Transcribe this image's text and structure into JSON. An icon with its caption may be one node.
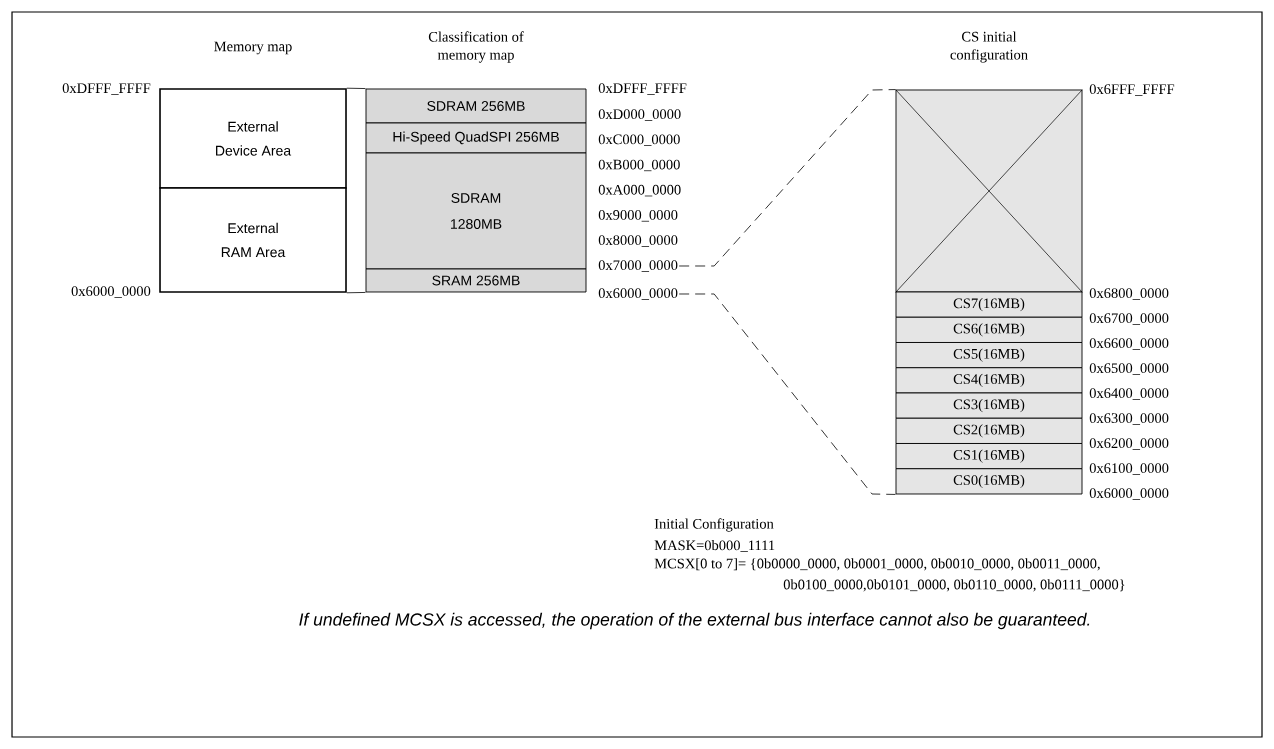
{
  "diagram": {
    "caption": "If undefined MCSX is accessed, the operation of the external bus interface cannot also be guaranteed.",
    "nodes": [
      {
        "text": [
          "External Device Area"
        ]
      },
      {
        "text": [
          "External RAM Area"
        ]
      },
      {
        "text": [
          "SDRAM 256MB"
        ]
      },
      {
        "text": [
          "Hi-Speed QuadSPI 256MB"
        ]
      },
      {
        "text": [
          "SDRAM 1280MB"
        ]
      },
      {
        "text": [
          "SRAM 256MB"
        ]
      },
      {
        "text": [
          "0x7000_0000"
        ]
      },
      {
        "text": [
          "0x6000_0000"
        ]
      },
      {
        "text": [],
        "shape": "box"
      },
      {
        "text": [
          "CS7(16MB)"
        ]
      },
      {
        "text": [
          "CS6(16MB)"
        ]
      },
      {
        "text": [
          "CS5(16MB)"
        ]
      },
      {
        "text": [
          "CS4(16MB)"
        ]
      },
      {
        "text": [
          "CS3(16MB)"
        ]
      },
      {
        "text": [
          "CS2(16MB)"
        ]
      },
      {
        "text": [
          "CS1(16MB)"
        ]
      },
      {
        "text": [
          "CS0(16MB)"
        ]
      }
    ],
    "edges": [
      {
        "from": 0,
        "to": 2,
        "arrow": "none"
      },
      {
        "from": 1,
        "to": 5,
        "arrow": "none"
      },
      {
        "from": 6,
        "to": 8,
        "arrow": "none",
        "style": "dashed"
      },
      {
        "from": 7,
        "to": 16,
        "arrow": "none",
        "style": "dashed"
      }
    ],
    "labels": [
      "Memory map",
      "Classification of memory map",
      "CS initial configuration",
      "0xDFFF_FFFF",
      "0xDFFF_FFFF",
      "0x6FFF_FFFF",
      "0xD000_0000",
      "0xC000_0000",
      "0xB000_0000",
      "0xA000_0000",
      "0x9000_0000",
      "0x8000_0000",
      "0x6000_0000",
      "0x6800_0000",
      "0x6700_0000",
      "0x6600_0000",
      "0x6500_0000",
      "0x6400_0000",
      "0x6300_0000",
      "0x6200_0000",
      "0x6100_0000",
      "0x6000_0000",
      "Initial Configuration",
      "MASK=0b000_1111",
      "MCSX[0 to 7]= {0b0000_0000, 0b0001_0000, 0b0010_0000, 0b0011_0000, 0b0100_0000,0b0101_0000, 0b0110_0000, 0b0111_0000}"
    ]
  }
}
